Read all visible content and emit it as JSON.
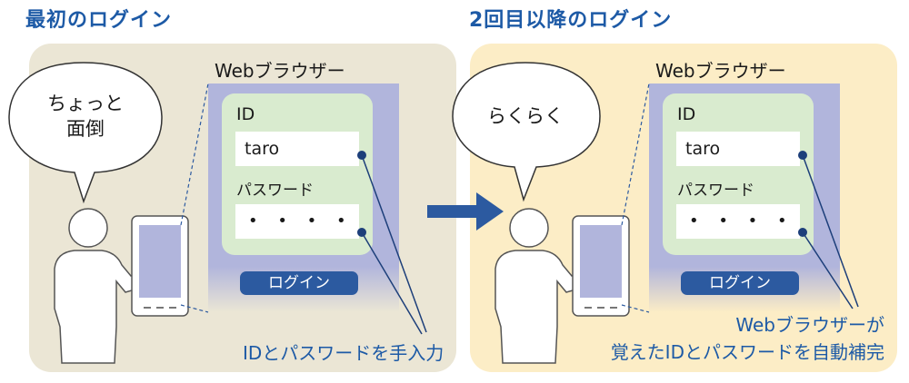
{
  "left": {
    "heading": "最初のログイン",
    "bubble_text": "ちょっと\n面倒",
    "browser_label": "Webブラウザー",
    "id_label": "ID",
    "username": "taro",
    "password_label": "パスワード",
    "password_mask": "• • • •",
    "login_button": "ログイン",
    "caption": "IDとパスワードを手入力"
  },
  "right": {
    "heading": "2回目以降のログイン",
    "bubble_text": "らくらく",
    "browser_label": "Webブラウザー",
    "id_label": "ID",
    "username": "taro",
    "password_label": "パスワード",
    "password_mask": "• • • •",
    "login_button": "ログイン",
    "caption": "Webブラウザーが\n覚えたIDとパスワードを自動補完"
  },
  "colors": {
    "accent_blue": "#1d5aa6",
    "left_panel": "#ebe6d5",
    "right_panel": "#fcedc6",
    "browser": "#b1b5dc",
    "form": "#d9ebcf",
    "button": "#2c5aa0",
    "arrow": "#2c5aa0"
  }
}
